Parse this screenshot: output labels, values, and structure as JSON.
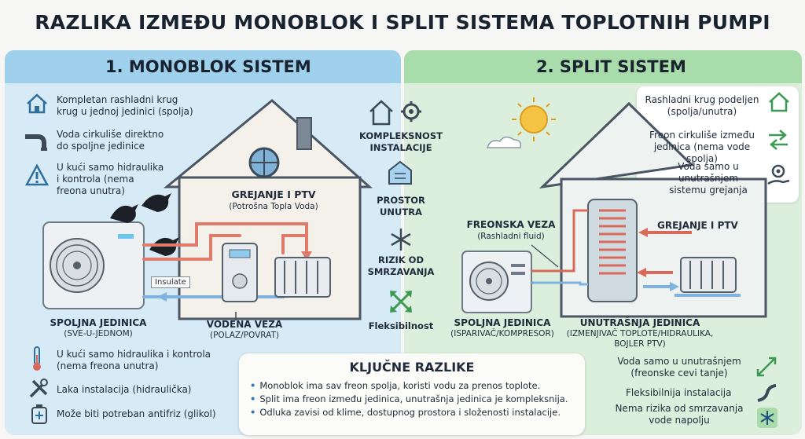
{
  "title": "RAZLIKA IZMEĐU MONOBLOK I SPLIT SISTEMA TOPLOTNIH PUMPI",
  "left": {
    "header": "1. MONOBLOK SISTEM",
    "points": [
      {
        "icon": "house-icon",
        "lines": [
          "Kompletan rashladni krug",
          "krug u jednoj jedinici (spolja)"
        ]
      },
      {
        "icon": "pipe-icon",
        "lines": [
          "Voda cirkuliše direktno",
          "do spoljne jedinice"
        ]
      },
      {
        "icon": "warning-icon",
        "lines": [
          "U kući samo hidraulika",
          "i kontrola (nema",
          "freona unutra)"
        ]
      }
    ],
    "diagram": {
      "heating_title": "GREJANJE I PTV",
      "heating_sub": "(Potrošna Topla Voda)",
      "insulate": "Insulate",
      "outdoor_title": "SPOLJNA JEDINICA",
      "outdoor_sub": "(SVE-U-JEDNOM)",
      "water_title": "VODENA VEZA",
      "water_sub": "(POLAZ/POVRAT)"
    },
    "bottom": [
      {
        "icon": "thermometer-icon",
        "lines": [
          "U kući samo hidraulika i kontrola",
          "(nema freona unutra)"
        ]
      },
      {
        "icon": "tools-icon",
        "lines": [
          "Laka instalacija (hidraulička)"
        ]
      },
      {
        "icon": "antifreeze-icon",
        "lines": [
          "Može biti potreban antifriz (glikol)"
        ]
      }
    ]
  },
  "middle": [
    {
      "icon": "house-gear-icon",
      "lines": [
        "KOMPLEKSNOST",
        "INSTALACIJE"
      ]
    },
    {
      "icon": "space-icon",
      "lines": [
        "PROSTOR",
        "UNUTRA"
      ]
    },
    {
      "icon": "snowflake-icon",
      "lines": [
        "RIZIK OD",
        "SMRZAVANJA"
      ]
    },
    {
      "icon": "arrows-icon",
      "lines": [
        "Fleksibilnost"
      ]
    }
  ],
  "right": {
    "header": "2. SPLIT SISTEM",
    "points": [
      {
        "icon": "house-icon",
        "lines": [
          "Rashladni krug podeljen",
          "(spolja/unutra)"
        ]
      },
      {
        "icon": "exchange-icon",
        "lines": [
          "Freon cirkuliše između",
          "jedinica (nema vode spolja)"
        ]
      },
      {
        "icon": "gear-hand-icon",
        "lines": [
          "Voda samo u",
          "unutrašnjem",
          "sistemu grejanja"
        ]
      }
    ],
    "diagram": {
      "freon_title": "FREONSKA VEZA",
      "freon_sub": "(Rashladni fluid)",
      "heating_title": "GREJANJE I PTV",
      "outdoor_title": "SPOLJNA JEDINICA",
      "outdoor_sub": "(ISPARIVAČ/KOMPRESOR)",
      "indoor_title": "UNUTRAŠNJA JEDINICA",
      "indoor_sub1": "(IZMENJIVAČ TOPLOTE/HIDRAULIKA,",
      "indoor_sub2": "BOJLER PTV)"
    },
    "bottom": [
      {
        "icon": "pipe-thin-icon",
        "lines": [
          "Voda samo u unutrašnjem",
          "(freonske cevi tanje)"
        ]
      },
      {
        "icon": "flex-pipe-icon",
        "lines": [
          "Fleksibilnija instalacija"
        ]
      },
      {
        "icon": "no-freeze-icon",
        "lines": [
          "Nema rizika od smrzavanja",
          "vode napolju"
        ]
      }
    ]
  },
  "key": {
    "title": "KLJUČNE RAZLIKE",
    "items": [
      "Monoblok ima sav freon spolja, koristi vodu za prenos toplote.",
      "Split ima freon između jedinica, unutrašnja jedinica je kompleksnija.",
      "Odluka zavisi od klime, dostupnog prostora i složenosti instalacije."
    ]
  }
}
